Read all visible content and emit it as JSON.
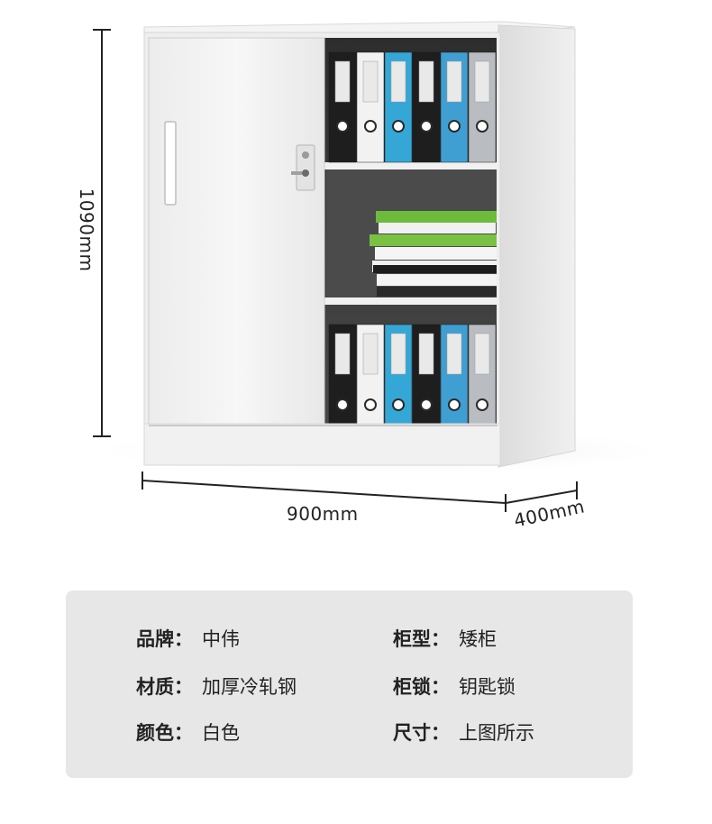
{
  "dimensions": {
    "height": "1090mm",
    "width": "900mm",
    "depth": "400mm"
  },
  "specs": [
    {
      "key": "品牌：",
      "value": "中伟"
    },
    {
      "key": "柜型：",
      "value": "矮柜"
    },
    {
      "key": "材质：",
      "value": "加厚冷轧钢"
    },
    {
      "key": "柜锁：",
      "value": "钥匙锁"
    },
    {
      "key": "颜色：",
      "value": "白色"
    },
    {
      "key": "尺寸：",
      "value": "上图所示"
    }
  ],
  "binders": {
    "colors": [
      "#1e1e1e",
      "#f2f2f2",
      "#35a7d6",
      "#1e1e1e",
      "#3f9fd2",
      "#b9bcc0"
    ]
  }
}
